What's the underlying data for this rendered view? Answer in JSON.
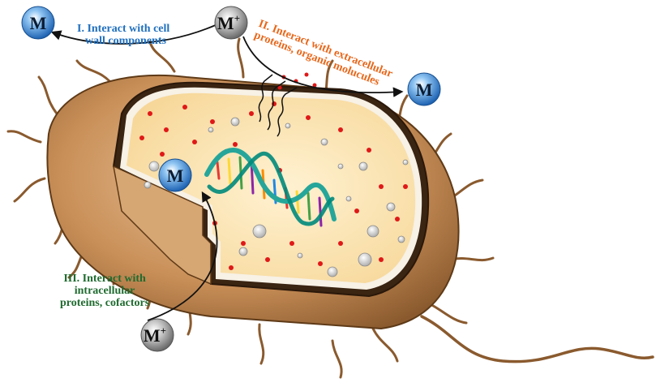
{
  "labels": {
    "pathway_1": [
      "I. Interact with cell",
      "wall components"
    ],
    "pathway_2": [
      "II. Interact with extracellular",
      "proteins, organic molucules"
    ],
    "pathway_3": [
      "III. Interact with",
      "intracellular",
      "proteins, cofactors"
    ]
  },
  "symbols": {
    "metal": "M",
    "metal_ion_base": "M",
    "metal_ion_charge": "+"
  },
  "colors": {
    "pathway_1_text": "#1f6fbf",
    "pathway_2_text": "#e8681c",
    "pathway_3_text": "#1f6b2f",
    "metal_ball": "#2b7fd4",
    "metal_ion_ball": "#9a9a9a",
    "cell_wall": "#c78e58",
    "cytoplasm": "#fbe3b0",
    "red_particle": "#e01818"
  }
}
